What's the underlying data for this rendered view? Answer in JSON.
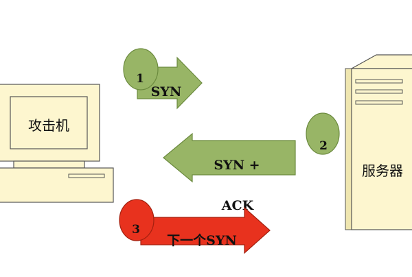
{
  "nodes": {
    "attacker_label": "攻击机",
    "server_label": "服务器"
  },
  "steps": [
    {
      "number": "1",
      "label": "SYN"
    },
    {
      "number": "2",
      "label": "SYN +"
    },
    {
      "number": "3",
      "label": "下一个SYN",
      "label_above": "ACK"
    }
  ],
  "colors": {
    "green_fill": "#98b566",
    "green_stroke": "#6b8a3e",
    "red_fill": "#e8321e",
    "red_stroke": "#a3200f",
    "computer_fill": "#fdf6cf",
    "outline": "#555555"
  }
}
